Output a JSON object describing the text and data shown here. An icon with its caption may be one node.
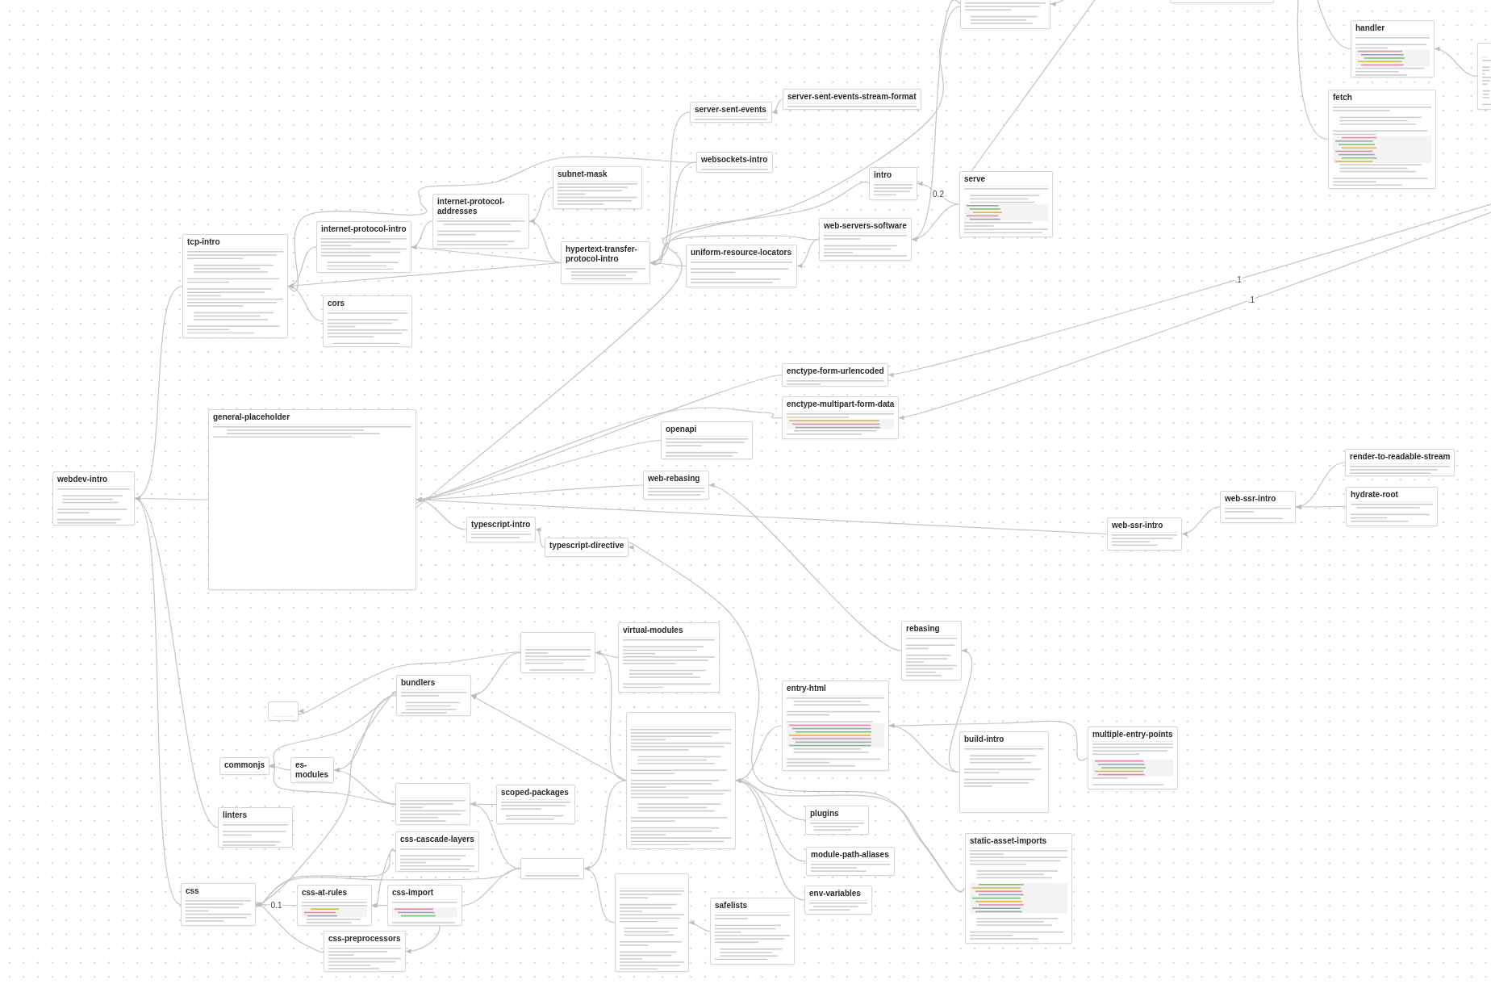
{
  "diagram": {
    "nodes": [
      {
        "text": [],
        "shape": "box"
      },
      {
        "text": [],
        "shape": "box"
      },
      {
        "text": [
          "handler"
        ]
      },
      {
        "text": [],
        "shape": "box"
      },
      {
        "text": [
          "server-sent-events-stream-format"
        ]
      },
      {
        "text": [
          "fetch"
        ]
      },
      {
        "text": [
          "server-sent-events"
        ]
      },
      {
        "text": [
          "websockets-intro"
        ]
      },
      {
        "text": [
          "subnet-mask"
        ]
      },
      {
        "text": [
          "intro"
        ]
      },
      {
        "text": [
          "serve"
        ]
      },
      {
        "text": [
          "internet-protocol-addresses"
        ]
      },
      {
        "text": [
          "web-servers-software"
        ]
      },
      {
        "text": [
          "internet-protocol-intro"
        ]
      },
      {
        "text": [
          "tcp-intro"
        ]
      },
      {
        "text": [
          "hypertext-transfer-protocol-intro"
        ]
      },
      {
        "text": [
          "uniform-resource-locators"
        ]
      },
      {
        "text": [
          "cors"
        ]
      },
      {
        "text": [
          "enctype-form-urlencoded"
        ]
      },
      {
        "text": [
          "enctype-multipart-form-data"
        ]
      },
      {
        "text": [
          "general-placeholder"
        ]
      },
      {
        "text": [
          "openapi"
        ]
      },
      {
        "text": [
          "render-to-readable-stream"
        ]
      },
      {
        "text": [
          "web-rebasing"
        ]
      },
      {
        "text": [
          "webdev-intro"
        ]
      },
      {
        "text": [
          "hydrate-root"
        ]
      },
      {
        "text": [
          "web-ssr-intro"
        ]
      },
      {
        "text": [
          "typescript-intro"
        ]
      },
      {
        "text": [
          "web-ssr-intro"
        ]
      },
      {
        "text": [
          "typescript-directive"
        ]
      },
      {
        "text": [
          "rebasing"
        ]
      },
      {
        "text": [
          "virtual-modules"
        ]
      },
      {
        "text": [],
        "shape": "box"
      },
      {
        "text": [
          "bundlers"
        ]
      },
      {
        "text": [
          "entry-html"
        ]
      },
      {
        "text": [],
        "shape": "box"
      },
      {
        "text": [],
        "shape": "box"
      },
      {
        "text": [
          "multiple-entry-points"
        ]
      },
      {
        "text": [
          "build-intro"
        ]
      },
      {
        "text": [
          "commonjs"
        ]
      },
      {
        "text": [
          "es-modules"
        ]
      },
      {
        "text": [],
        "shape": "box"
      },
      {
        "text": [
          "scoped-packages"
        ]
      },
      {
        "text": [
          "plugins"
        ]
      },
      {
        "text": [
          "linters"
        ]
      },
      {
        "text": [
          "css-cascade-layers"
        ]
      },
      {
        "text": [
          "static-asset-imports"
        ]
      },
      {
        "text": [
          "module-path-aliases"
        ]
      },
      {
        "text": [],
        "shape": "box"
      },
      {
        "text": [],
        "shape": "box"
      },
      {
        "text": [
          "css"
        ]
      },
      {
        "text": [
          "css-at-rules"
        ]
      },
      {
        "text": [
          "css-import"
        ]
      },
      {
        "text": [
          "env-variables"
        ]
      },
      {
        "text": [
          "safelists"
        ]
      },
      {
        "text": [
          "css-preprocessors"
        ]
      }
    ],
    "edges": [
      {
        "from": null,
        "to": 0,
        "arrow": "to"
      },
      {
        "from": 0,
        "to": 15,
        "arrow": "to"
      },
      {
        "from": 0,
        "to": 12,
        "arrow": "to"
      },
      {
        "from": 3,
        "to": 2,
        "arrow": "to"
      },
      {
        "from": 2,
        "to": null,
        "arrow": "none"
      },
      {
        "from": 5,
        "to": null,
        "arrow": "none"
      },
      {
        "from": 4,
        "to": 6,
        "arrow": "to"
      },
      {
        "from": 6,
        "to": 15,
        "arrow": "to"
      },
      {
        "from": 7,
        "to": 15,
        "arrow": "to"
      },
      {
        "from": 7,
        "to": 14,
        "arrow": "to"
      },
      {
        "from": 8,
        "to": 11,
        "arrow": "to"
      },
      {
        "from": 10,
        "to": 9,
        "arrow": "to",
        "label": "0.2"
      },
      {
        "from": 10,
        "to": 12,
        "arrow": "to"
      },
      {
        "from": 10,
        "to": null,
        "arrow": "none"
      },
      {
        "from": 11,
        "to": 13,
        "arrow": "to"
      },
      {
        "from": 12,
        "to": 16,
        "arrow": "to"
      },
      {
        "from": 12,
        "to": 15,
        "arrow": "to"
      },
      {
        "from": 13,
        "to": 14,
        "arrow": "to"
      },
      {
        "from": 15,
        "to": 14,
        "arrow": "to"
      },
      {
        "from": 15,
        "to": 13,
        "arrow": "to"
      },
      {
        "from": 15,
        "to": 11,
        "arrow": "to"
      },
      {
        "from": 16,
        "to": 15,
        "arrow": "to"
      },
      {
        "from": 17,
        "to": 14,
        "arrow": "to"
      },
      {
        "from": null,
        "to": 18,
        "arrow": "to",
        "label": ".1"
      },
      {
        "from": null,
        "to": 19,
        "arrow": "to",
        "label": ".1"
      },
      {
        "from": 9,
        "to": 20,
        "arrow": "to"
      },
      {
        "from": 18,
        "to": 20,
        "arrow": "to"
      },
      {
        "from": 19,
        "to": 20,
        "arrow": "to"
      },
      {
        "from": 21,
        "to": 20,
        "arrow": "to"
      },
      {
        "from": 23,
        "to": 20,
        "arrow": "to"
      },
      {
        "from": 27,
        "to": 20,
        "arrow": "to"
      },
      {
        "from": 28,
        "to": 20,
        "arrow": "to"
      },
      {
        "from": 14,
        "to": 24,
        "arrow": "to"
      },
      {
        "from": 20,
        "to": 24,
        "arrow": "to"
      },
      {
        "from": 44,
        "to": 24,
        "arrow": "to"
      },
      {
        "from": 50,
        "to": 24,
        "arrow": "to"
      },
      {
        "from": 22,
        "to": 26,
        "arrow": "to"
      },
      {
        "from": 25,
        "to": 26,
        "arrow": "to"
      },
      {
        "from": 26,
        "to": 28,
        "arrow": "to"
      },
      {
        "from": 29,
        "to": 27,
        "arrow": "to"
      },
      {
        "from": 46,
        "to": 29,
        "arrow": "to"
      },
      {
        "from": 30,
        "to": 23,
        "arrow": "to"
      },
      {
        "from": 38,
        "to": 30,
        "arrow": "to"
      },
      {
        "from": 38,
        "to": 34,
        "arrow": "to"
      },
      {
        "from": 37,
        "to": 34,
        "arrow": "to"
      },
      {
        "from": 34,
        "to": 36,
        "arrow": "to"
      },
      {
        "from": 43,
        "to": 36,
        "arrow": "to"
      },
      {
        "from": 47,
        "to": 36,
        "arrow": "to"
      },
      {
        "from": 53,
        "to": 36,
        "arrow": "to"
      },
      {
        "from": 46,
        "to": 36,
        "arrow": "to"
      },
      {
        "from": 36,
        "to": 32,
        "arrow": "to"
      },
      {
        "from": 31,
        "to": 32,
        "arrow": "to"
      },
      {
        "from": 32,
        "to": 33,
        "arrow": "to"
      },
      {
        "from": 32,
        "to": 35,
        "arrow": "to"
      },
      {
        "from": 36,
        "to": 33,
        "arrow": "to"
      },
      {
        "from": 36,
        "to": 48,
        "arrow": "to"
      },
      {
        "from": 49,
        "to": 48,
        "arrow": "to"
      },
      {
        "from": 54,
        "to": 49,
        "arrow": "to"
      },
      {
        "from": 33,
        "to": 39,
        "arrow": "to"
      },
      {
        "from": 33,
        "to": 40,
        "arrow": "to"
      },
      {
        "from": 40,
        "to": 39,
        "arrow": "to"
      },
      {
        "from": 41,
        "to": 40,
        "arrow": "to"
      },
      {
        "from": 41,
        "to": 39,
        "arrow": "to"
      },
      {
        "from": 42,
        "to": 41,
        "arrow": "to"
      },
      {
        "from": 48,
        "to": 41,
        "arrow": "to"
      },
      {
        "from": 33,
        "to": 50,
        "arrow": "to"
      },
      {
        "from": 51,
        "to": 50,
        "arrow": "to",
        "label": "0.1"
      },
      {
        "from": 55,
        "to": 50,
        "arrow": "to"
      },
      {
        "from": 45,
        "to": 50,
        "arrow": "to"
      },
      {
        "from": 45,
        "to": 51,
        "arrow": "to"
      },
      {
        "from": 52,
        "to": 51,
        "arrow": "to"
      },
      {
        "from": 52,
        "to": 55,
        "arrow": "to"
      },
      {
        "from": 48,
        "to": 50,
        "arrow": "to"
      },
      {
        "from": 48,
        "to": 52,
        "arrow": "none"
      }
    ]
  }
}
